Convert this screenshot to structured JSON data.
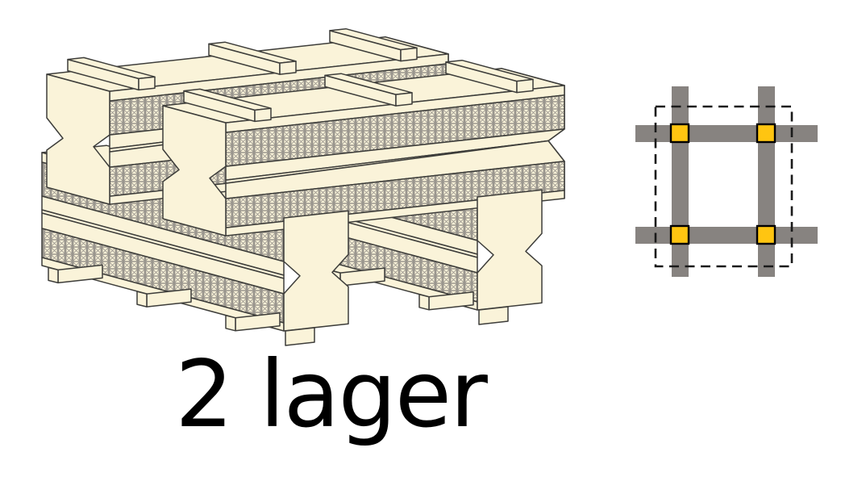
{
  "figure": {
    "caption": "2 lager",
    "kind": "isometric technical illustration",
    "subject": "two crossed layers of profiled timber beams with lattice webs, spacer battens and support feet",
    "layer_count": 2,
    "beams_per_layer": 2
  },
  "schematic": {
    "description": "plan view: two vertical and two horizontal beams crossing inside a dashed element boundary with yellow connector blocks at the four intersections",
    "vertical_bars": 2,
    "horizontal_bars": 2,
    "intersection_nodes": 4
  },
  "colors": {
    "background": "#ffffff",
    "wood": "#faf3d9",
    "outline": "#3d3d3a",
    "hatch_line": "#9a968e",
    "bar_gray": "#878380",
    "node_yellow": "#ffc511",
    "node_border": "#000000",
    "dash_black": "#1a1a1a",
    "caption_text": "#000000"
  }
}
